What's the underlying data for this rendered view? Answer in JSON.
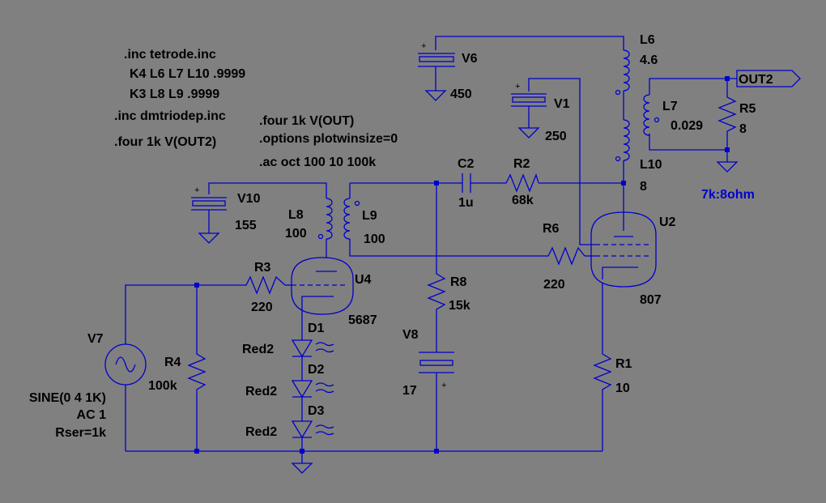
{
  "directives": {
    "inc_tetrode": ".inc tetrode.inc",
    "k4": "K4 L6 L7 L10 .9999",
    "k3": "K3 L8 L9 .9999",
    "inc_triode": ".inc dmtriodep.inc",
    "four_out2": ".four 1k V(OUT2)",
    "four_out": ".four 1k V(OUT)",
    "options": ".options plotwinsize=0",
    "ac": ".ac oct 100 10 100k"
  },
  "components": {
    "V6": {
      "name": "V6",
      "value": "450"
    },
    "V1": {
      "name": "V1",
      "value": "250"
    },
    "V10": {
      "name": "V10",
      "value": "155"
    },
    "V8": {
      "name": "V8",
      "value": "17"
    },
    "V7": {
      "name": "V7",
      "line1": "SINE(0 4 1K)",
      "line2": "AC 1",
      "line3": "Rser=1k"
    },
    "L6": {
      "name": "L6",
      "value": "4.6"
    },
    "L7": {
      "name": "L7",
      "value": "0.029"
    },
    "L10": {
      "name": "L10",
      "value": "8"
    },
    "L8": {
      "name": "L8",
      "value": "100"
    },
    "L9": {
      "name": "L9",
      "value": "100"
    },
    "R5": {
      "name": "R5",
      "value": "8"
    },
    "C2": {
      "name": "C2",
      "value": "1u"
    },
    "R2": {
      "name": "R2",
      "value": "68k"
    },
    "R6": {
      "name": "R6",
      "value": "220"
    },
    "R3": {
      "name": "R3",
      "value": "220"
    },
    "R4": {
      "name": "R4",
      "value": "100k"
    },
    "R8": {
      "name": "R8",
      "value": "15k"
    },
    "R1": {
      "name": "R1",
      "value": "10"
    },
    "U2": {
      "name": "U2",
      "value": "807"
    },
    "U4": {
      "name": "U4",
      "value": "5687"
    },
    "D1": {
      "name": "D1",
      "value": "Red2"
    },
    "D2": {
      "name": "D2",
      "value": "Red2"
    },
    "D3": {
      "name": "D3",
      "value": "Red2"
    }
  },
  "net_labels": {
    "out2": "OUT2"
  },
  "notes": {
    "transformer_ratio": "7k:8ohm"
  },
  "colors": {
    "background": "#808080",
    "wire": "#0000cc",
    "text": "#000000",
    "note": "#0000cc"
  }
}
